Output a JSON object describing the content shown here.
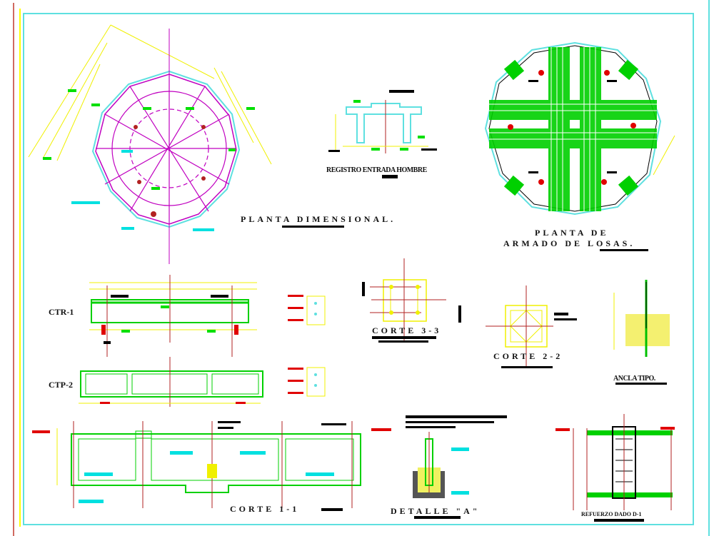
{
  "labels": {
    "planta_dimensional": "PLANTA DIMENSIONAL.",
    "registro": "REGISTRO ENTRADA HOMBRE",
    "planta_armado_1": "PLANTA DE",
    "planta_armado_2": "ARMADO DE LOSAS.",
    "ctr1": "CTR-1",
    "ctp2": "CTP-2",
    "corte33": "CORTE 3-3",
    "corte22": "CORTE 2-2",
    "ancla": "ANCLA TIPO.",
    "corte11": "CORTE 1-1",
    "detalle": "DETALLE \"A\"",
    "refuerzo": "REFUERZO DADO D-1"
  },
  "colors": {
    "frame_cyan": "#5ee0e0",
    "frame_red": "#c0392b",
    "frame_yellow": "#ffff00",
    "rebar_green": "#00e000",
    "plan_magenta": "#c000c0",
    "axis_red": "#b22222",
    "dim_yellow": "#f0f000",
    "annotation_black": "#000000"
  }
}
